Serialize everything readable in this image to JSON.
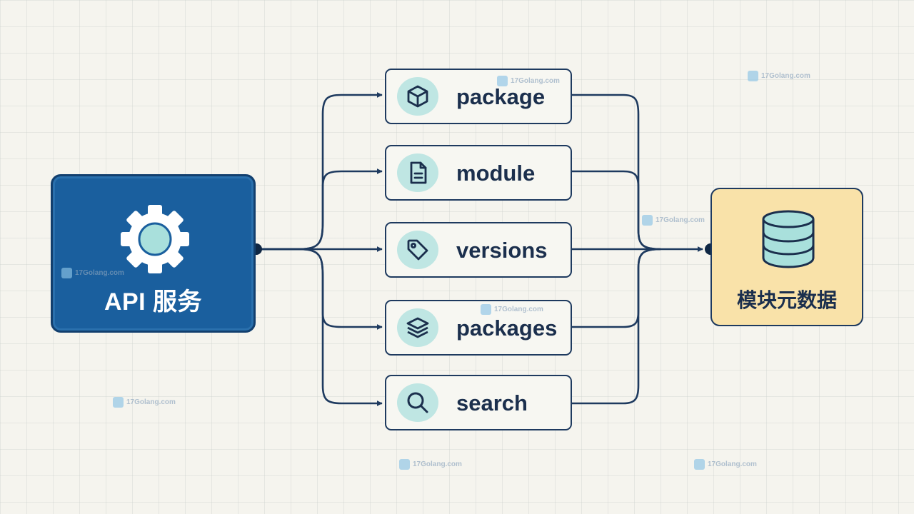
{
  "source": {
    "label": "API 服务",
    "icon": "gear-icon",
    "color": "#1a5f9e"
  },
  "endpoints": [
    {
      "label": "package",
      "icon": "cube-icon"
    },
    {
      "label": "module",
      "icon": "document-icon"
    },
    {
      "label": "versions",
      "icon": "tag-icon"
    },
    {
      "label": "packages",
      "icon": "layers-icon"
    },
    {
      "label": "search",
      "icon": "search-icon"
    }
  ],
  "target": {
    "label": "模块元数据",
    "icon": "database-icon",
    "color": "#f9e2a9"
  },
  "watermark": {
    "text": "17Golang.com"
  },
  "colors": {
    "line": "#1e3a5f",
    "badge": "#bfe6e3",
    "background": "#f5f4ee"
  }
}
